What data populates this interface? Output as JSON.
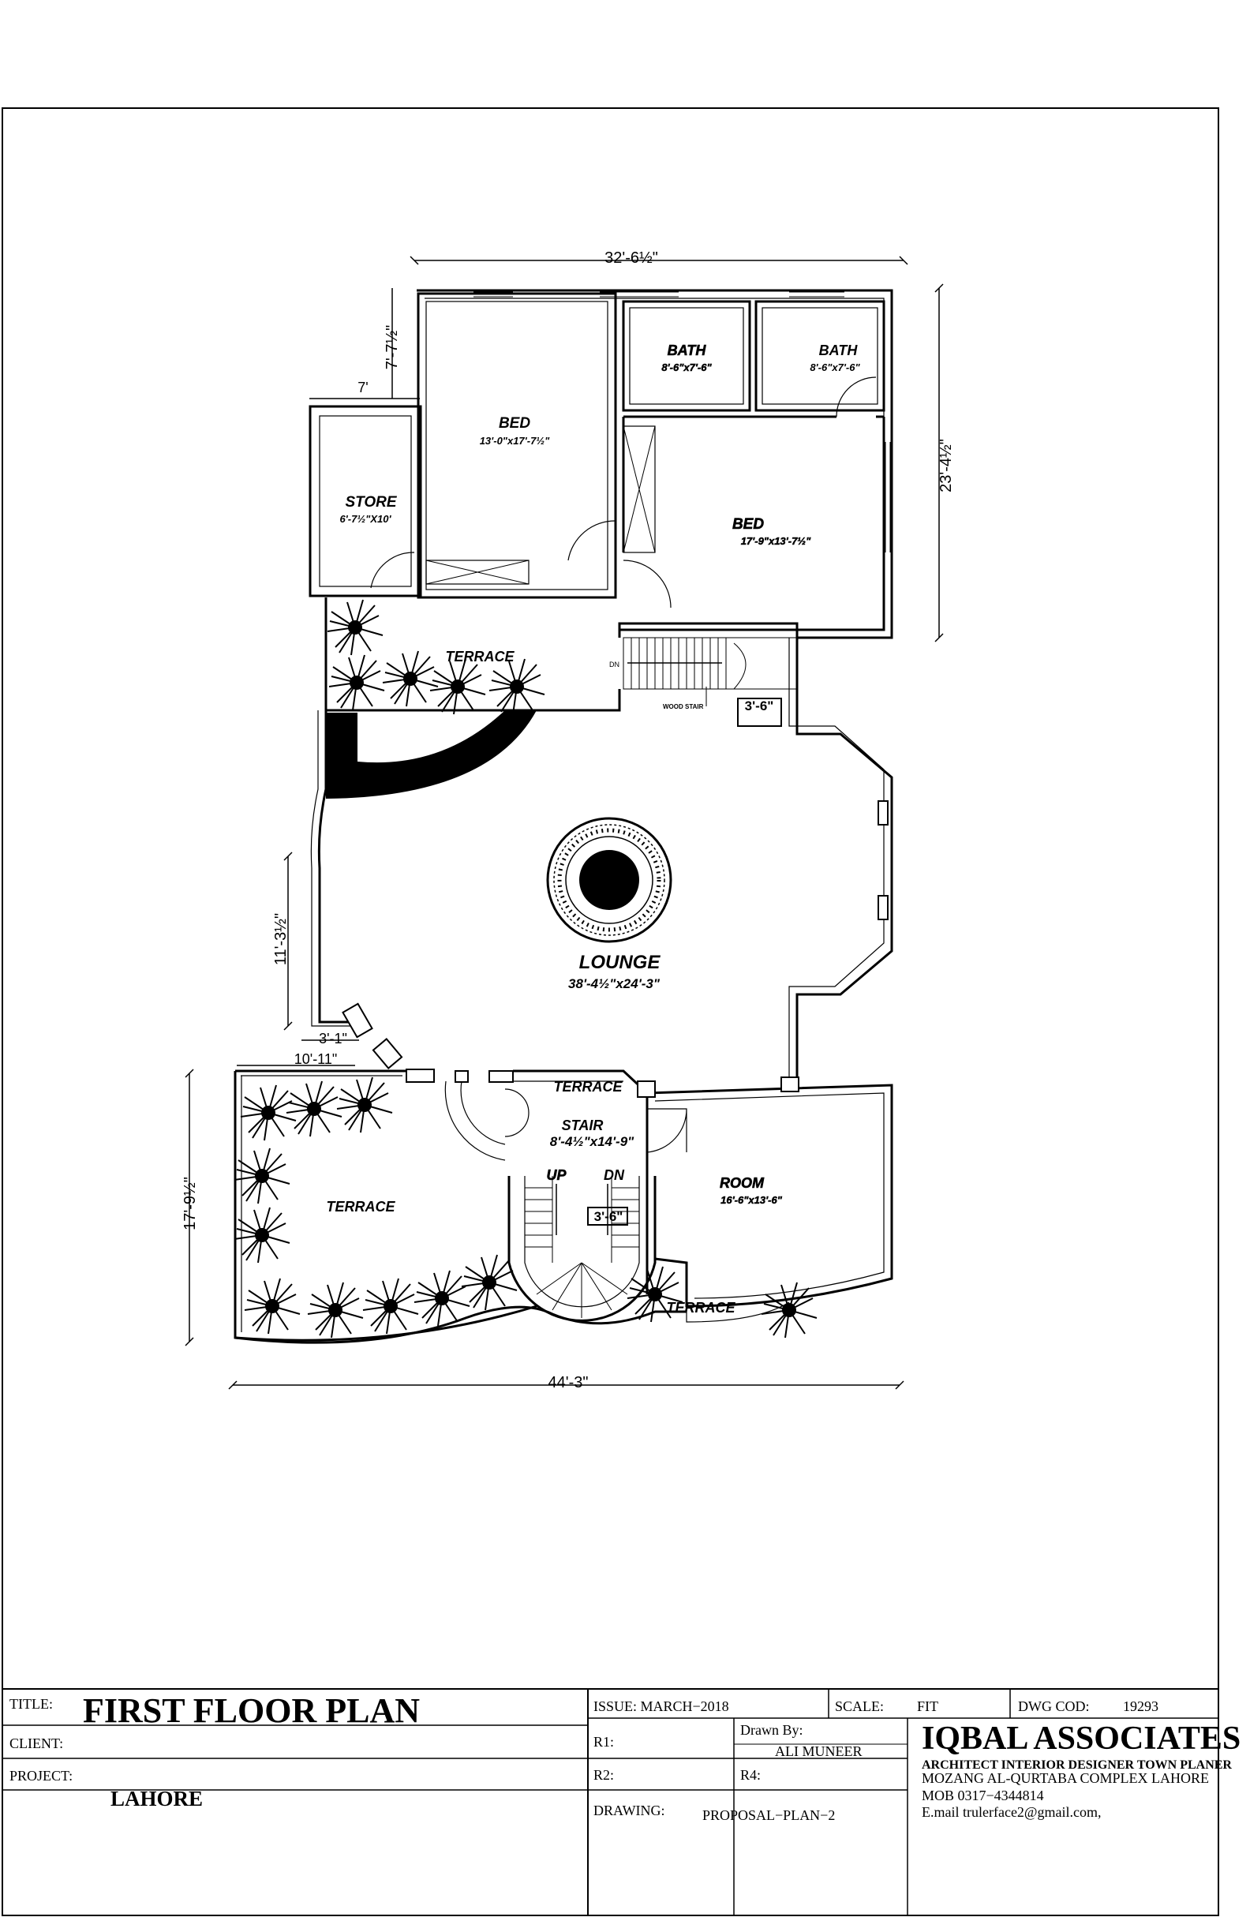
{
  "plan": {
    "overall_top": "32'-6½\"",
    "overall_bottom": "44'-3\"",
    "right_height": "23'-4½\"",
    "left_upper": "7'-7½\"",
    "store_width": "7'",
    "lounge_left": "11'-3½\"",
    "bay_small": "3'-1\"",
    "terrace_width": "10'-11\"",
    "left_lower": "17'-9½\"",
    "stair_step_top": "3'-6\"",
    "stair_step_bottom": "3'-6\"",
    "dn_small": "DN",
    "wood_stair": "WOOD STAIR"
  },
  "rooms": {
    "bed1_name": "BED",
    "bed1_size": "13'-0\"x17'-7½\"",
    "bath1_name": "BATH",
    "bath1_size": "8'-6\"x7'-6\"",
    "bath2_name": "BATH",
    "bath2_size": "8'-6\"x7'-6\"",
    "store_name": "STORE",
    "store_size": "6'-7½\"X10'",
    "bed2_name": "BED",
    "bed2_size": "17'-9\"x13'-7½\"",
    "terrace_top": "TERRACE",
    "lounge_name": "LOUNGE",
    "lounge_size": "38'-4½\"x24'-3\"",
    "terrace_mid": "TERRACE",
    "stair_name": "STAIR",
    "stair_size": "8'-4½\"x14'-9\"",
    "up": "UP",
    "dn": "DN",
    "terrace_left": "TERRACE",
    "room_name": "ROOM",
    "room_size": "16'-6\"x13'-6\"",
    "terrace_bottom": "TERRACE"
  },
  "title_block": {
    "title_label": "TITLE:",
    "title": "FIRST FLOOR PLAN",
    "client_label": "CLIENT:",
    "project_label": "PROJECT:",
    "project": "LAHORE",
    "issue": "ISSUE: MARCH−2018",
    "scale_label": "SCALE:",
    "scale": "FIT",
    "dwg_label": "DWG COD:",
    "dwg": "19293",
    "r1": "R1:",
    "r2": "R2:",
    "drawn_by_label": "Drawn By:",
    "drawn_by": "ALI MUNEER",
    "r4": "R4:",
    "drawing_label": "DRAWING:",
    "drawing": "PROPOSAL−PLAN−2",
    "firm": "IQBAL ASSOCIATES",
    "firm_line1": "ARCHITECT INTERIOR DESIGNER TOWN PLANER",
    "firm_line2": "MOZANG AL-QURTABA COMPLEX LAHORE",
    "firm_phone": "MOB  0317−4344814",
    "firm_email": "E.mail  trulerface2@gmail.com,"
  }
}
